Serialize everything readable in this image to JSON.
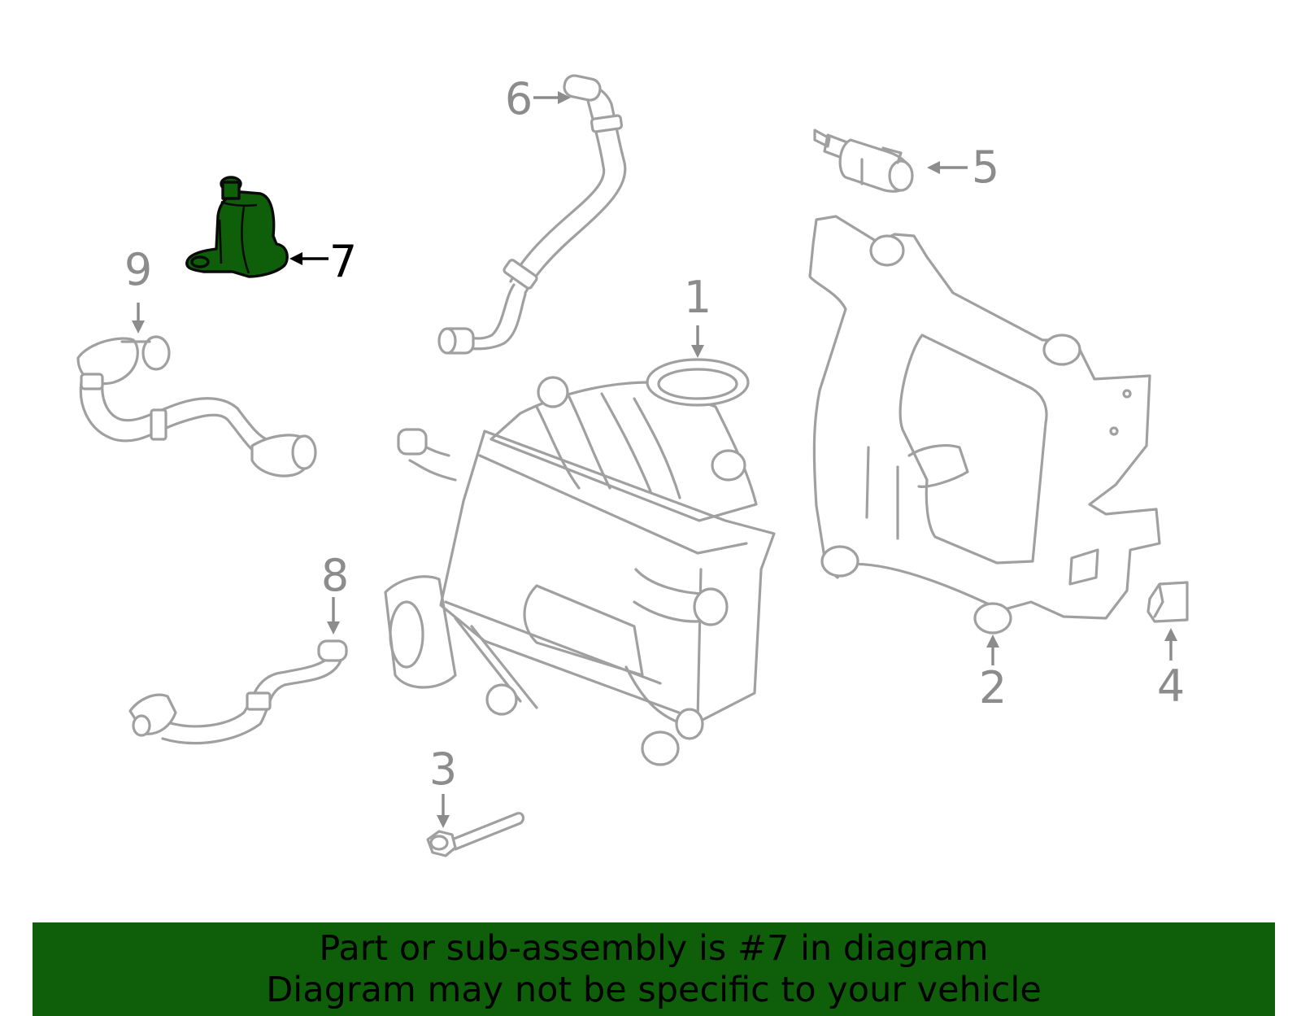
{
  "diagram": {
    "highlighted_part": "7",
    "highlight_color": "#0f5f0a",
    "part_color": "#a0a0a0",
    "callouts": {
      "c1": "1",
      "c2": "2",
      "c3": "3",
      "c4": "4",
      "c5": "5",
      "c6": "6",
      "c7": "7",
      "c8": "8",
      "c9": "9"
    }
  },
  "banner": {
    "line1": "Part or sub-assembly is #7 in diagram",
    "line2": "Diagram may not be specific to your vehicle",
    "background": "#0f5f0a"
  }
}
